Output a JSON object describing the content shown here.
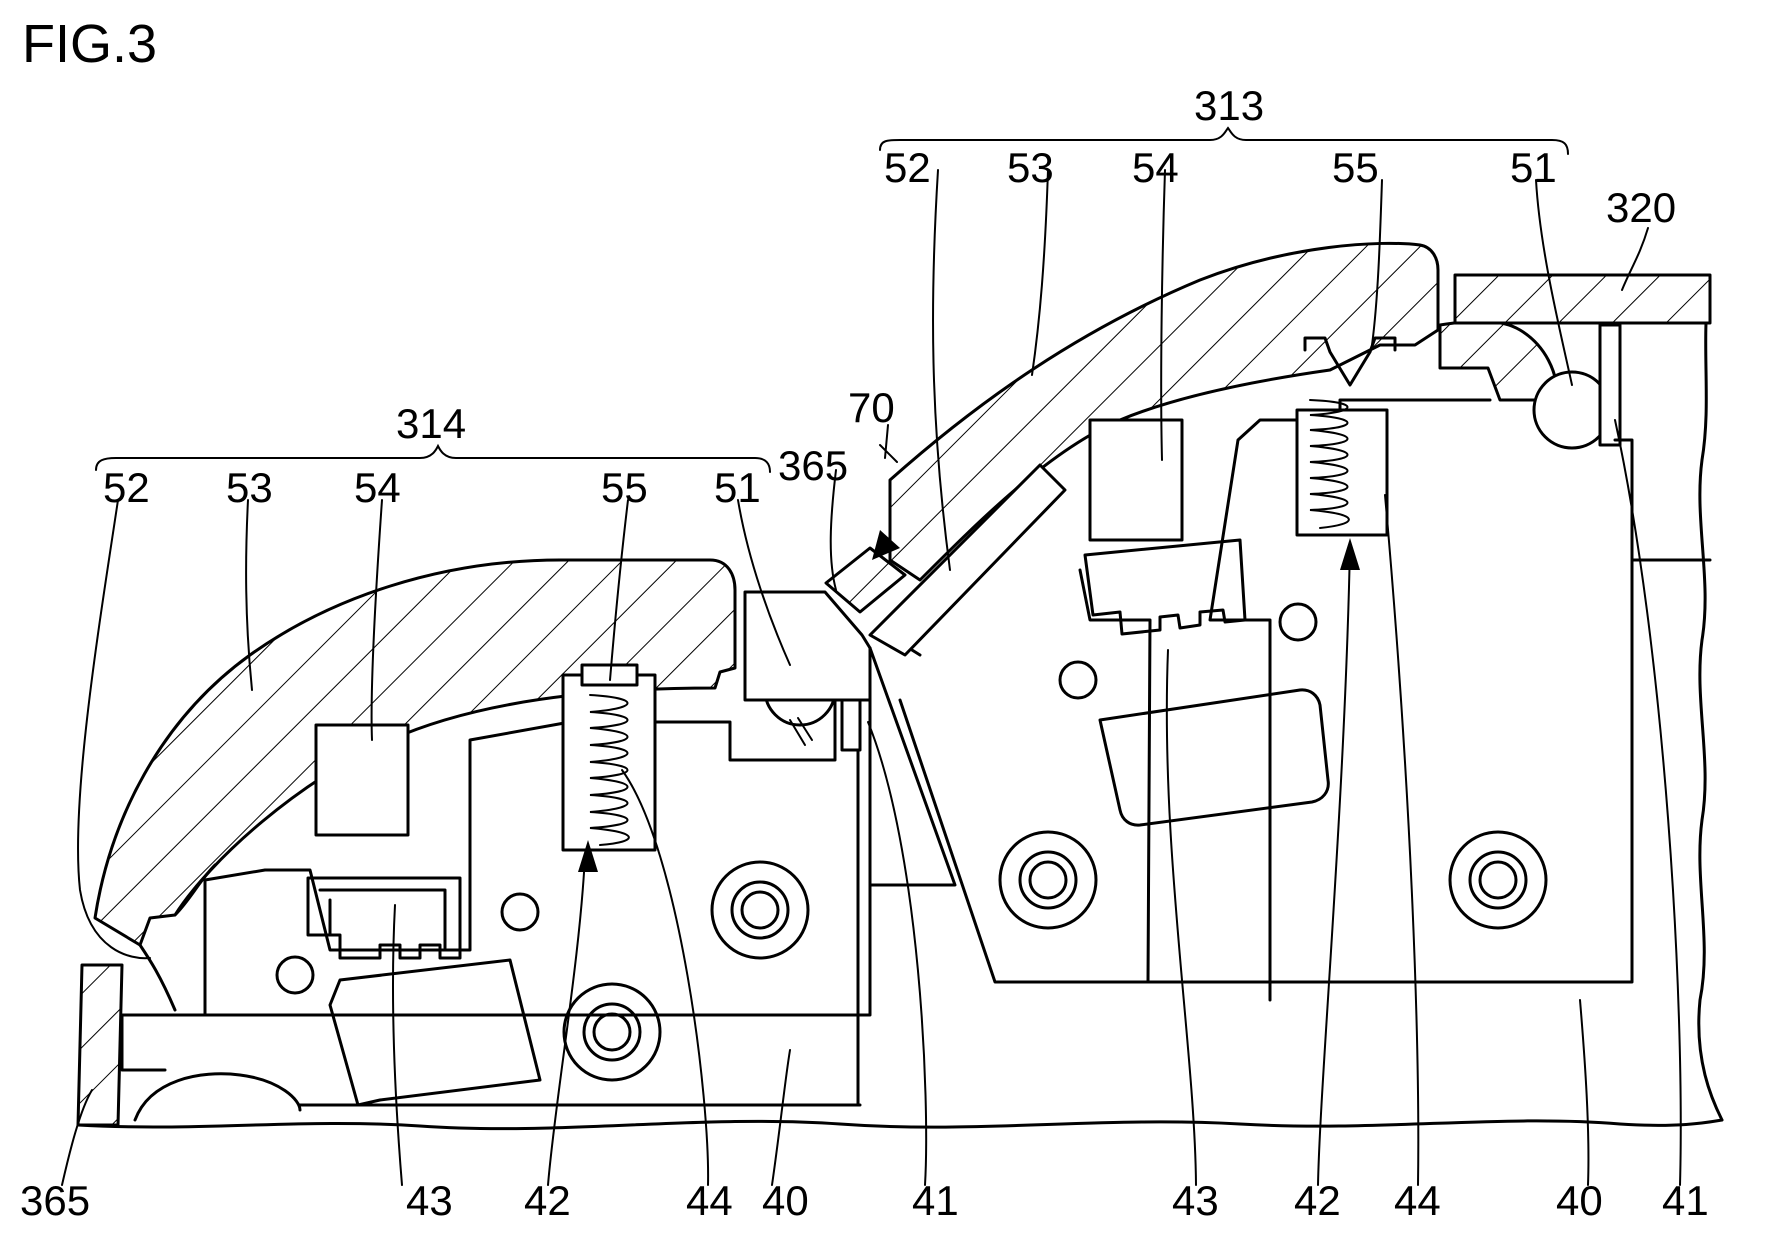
{
  "figure_title": "FIG.3",
  "labels": {
    "l313": "313",
    "l314": "314",
    "l320": "320",
    "l70": "70",
    "l365_mid": "365",
    "l365_low": "365",
    "r52": "52",
    "r53": "53",
    "r54": "54",
    "r55": "55",
    "r51": "51",
    "l52": "52",
    "l53": "53",
    "l54": "54",
    "l55": "55",
    "l51": "51",
    "b43a": "43",
    "b42a": "42",
    "b44a": "44",
    "b40a": "40",
    "b41a": "41",
    "b43b": "43",
    "b42b": "42",
    "b44b": "44",
    "b40b": "40",
    "b41b": "41"
  }
}
